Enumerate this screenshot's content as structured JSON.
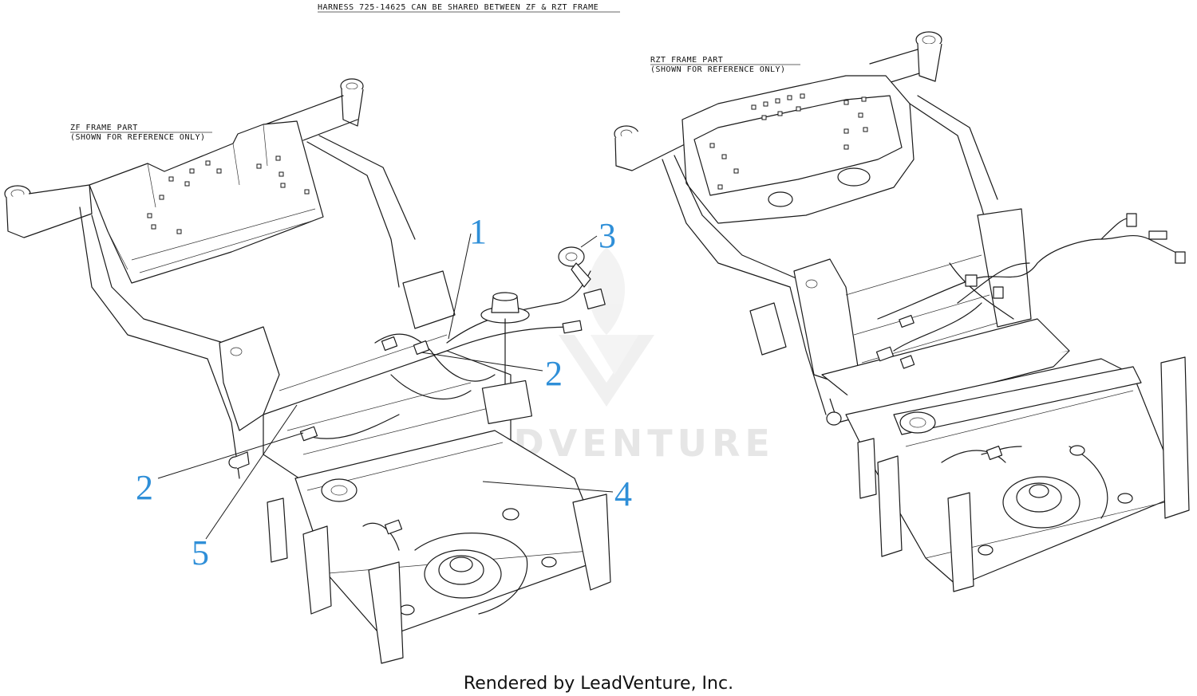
{
  "header_note": "HARNESS 725-14625 CAN BE SHARED BETWEEN ZF & RZT FRAME",
  "zf_label": {
    "line1": "ZF FRAME PART",
    "line2": "(SHOWN FOR REFERENCE ONLY)"
  },
  "rzt_label": {
    "line1": "RZT FRAME PART",
    "line2": "(SHOWN FOR REFERENCE ONLY)"
  },
  "callouts": {
    "c1": "1",
    "c2a": "2",
    "c2b": "2",
    "c3": "3",
    "c4": "4",
    "c5": "5"
  },
  "watermark": "LEADVENTURE",
  "footer": "Rendered by LeadVenture, Inc.",
  "colors": {
    "callout": "#2f8fd8",
    "line": "#1a1a1a",
    "watermark": "#e6e6e6"
  }
}
